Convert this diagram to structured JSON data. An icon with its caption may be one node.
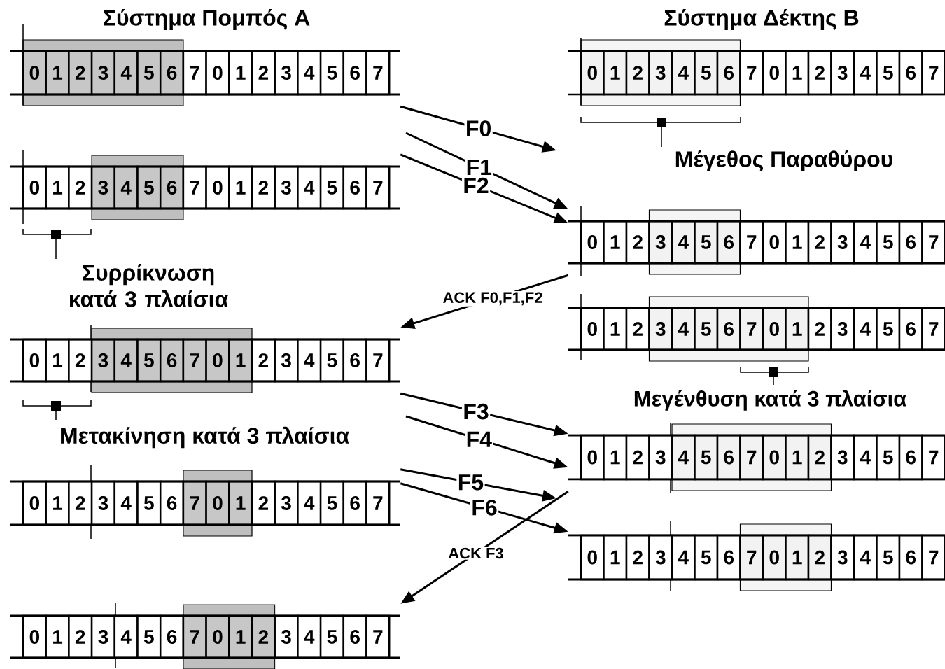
{
  "diagram": {
    "nodes": [
      {
        "text": [
          "0",
          "1",
          "2",
          "3",
          "4",
          "5",
          "6",
          "7",
          "0",
          "1",
          "2",
          "3",
          "4",
          "5",
          "6",
          "7"
        ]
      },
      {
        "text": [
          "0",
          "1",
          "2",
          "3",
          "4",
          "5",
          "6",
          "7",
          "0",
          "1",
          "2",
          "3",
          "4",
          "5",
          "6",
          "7"
        ]
      },
      {
        "text": [
          "0",
          "1",
          "2",
          "3",
          "4",
          "5",
          "6",
          "7",
          "0",
          "1",
          "2",
          "3",
          "4",
          "5",
          "6",
          "7"
        ]
      },
      {
        "text": [
          "0",
          "1",
          "2",
          "3",
          "4",
          "5",
          "6",
          "7",
          "0",
          "1",
          "2",
          "3",
          "4",
          "5",
          "6",
          "7"
        ]
      },
      {
        "text": [
          "0",
          "1",
          "2",
          "3",
          "4",
          "5",
          "6",
          "7",
          "0",
          "1",
          "2",
          "3",
          "4",
          "5",
          "6",
          "7"
        ]
      },
      {
        "text": [
          "0",
          "1",
          "2",
          "3",
          "4",
          "5",
          "6",
          "7",
          "0",
          "1",
          "2",
          "3",
          "4",
          "5",
          "6",
          "7"
        ]
      },
      {
        "text": [
          "0",
          "1",
          "2",
          "3",
          "4",
          "5",
          "6",
          "7",
          "0",
          "1",
          "2",
          "3",
          "4",
          "5",
          "6",
          "7"
        ]
      },
      {
        "text": [
          "0",
          "1",
          "2",
          "3",
          "4",
          "5",
          "6",
          "7",
          "0",
          "1",
          "2",
          "3",
          "4",
          "5",
          "6",
          "7"
        ]
      },
      {
        "text": [
          "0",
          "1",
          "2",
          "3",
          "4",
          "5",
          "6",
          "7",
          "0",
          "1",
          "2",
          "3",
          "4",
          "5",
          "6",
          "7"
        ]
      },
      {
        "text": [
          "0",
          "1",
          "2",
          "3",
          "4",
          "5",
          "6",
          "7",
          "0",
          "1",
          "2",
          "3",
          "4",
          "5",
          "6",
          "7"
        ]
      }
    ],
    "edges": [
      {
        "from": 0,
        "to": null,
        "arrow": "to",
        "label": "F0"
      },
      {
        "from": null,
        "to": 6,
        "arrow": "to",
        "label": "F1"
      },
      {
        "from": 1,
        "to": 6,
        "arrow": "to",
        "label": "F2"
      },
      {
        "from": 2,
        "to": 8,
        "arrow": "to",
        "label": "F3"
      },
      {
        "from": null,
        "to": 8,
        "arrow": "to",
        "label": "F4"
      },
      {
        "from": 3,
        "to": null,
        "arrow": "to",
        "label": "F5"
      },
      {
        "from": 3,
        "to": 9,
        "arrow": "to",
        "label": "F6"
      },
      {
        "from": 6,
        "to": 2,
        "arrow": "to",
        "label": "ACK F0,F1,F2"
      },
      {
        "from": 8,
        "to": 4,
        "arrow": "to",
        "label": "ACK F3"
      }
    ],
    "labels": [
      "Σύστημα Πομπός A",
      "Σύστημα Δέκτης B",
      "Μέγεθος Παραθύρου",
      "Συρρίκνωση κατά 3 πλαίσια",
      "Μεγένθυση κατά 3 πλαίσια",
      "Μετακίνηση κατά 3 πλαίσια"
    ]
  }
}
